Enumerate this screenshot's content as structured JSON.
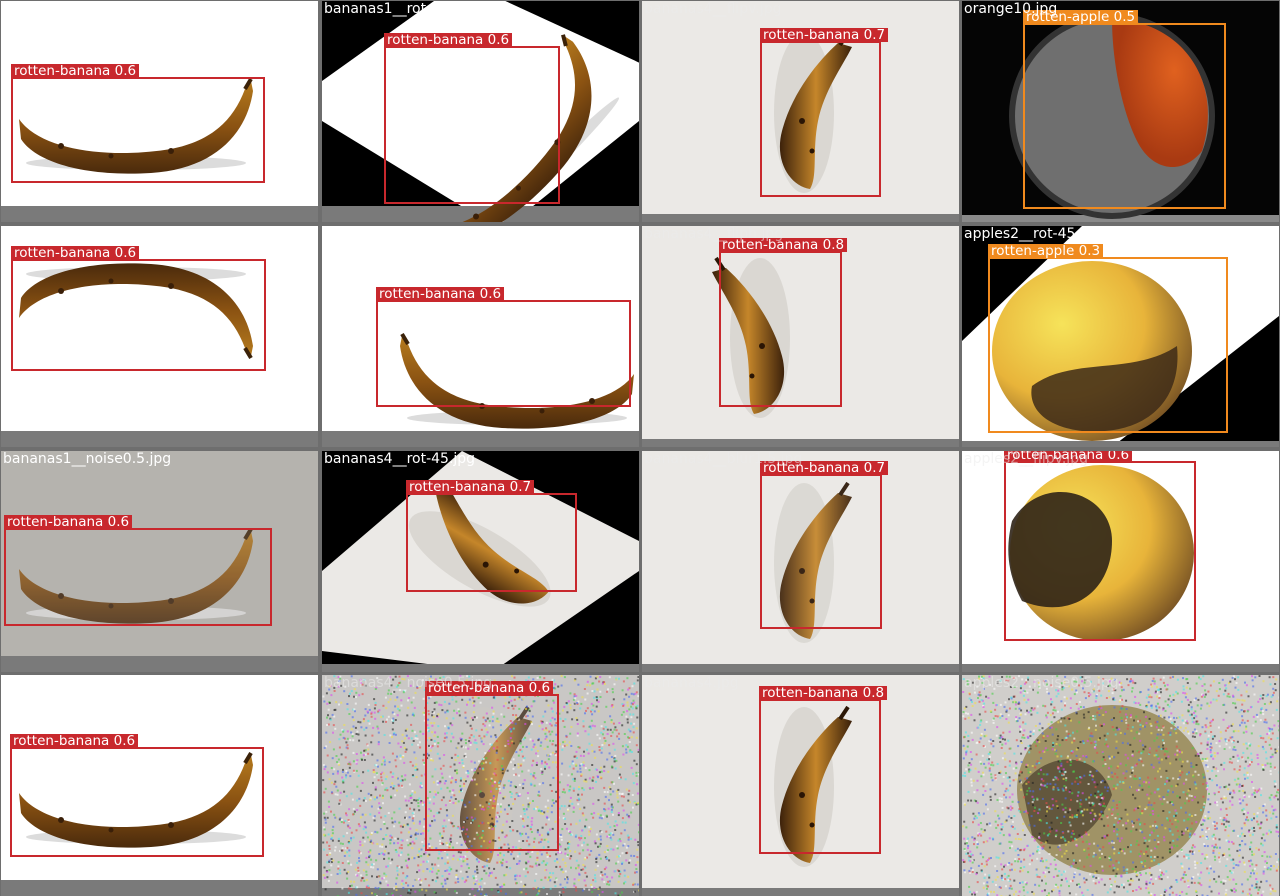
{
  "tiles": [
    {
      "title": "bananas1__blur1.5.jpg",
      "scene": "banana-white-strip",
      "detections": [
        {
          "label": "rotten-banana",
          "score": "0.6",
          "color": "#c8282d"
        }
      ]
    },
    {
      "title": "bananas1__rot-45.jpg",
      "scene": "banana-rotated-black",
      "detections": [
        {
          "label": "rotten-banana",
          "score": "0.6",
          "color": "#c8282d"
        }
      ]
    },
    {
      "title": "bananas4__flipv.jpg",
      "title_faded": true,
      "scene": "banana-vertical-grey",
      "detections": [
        {
          "label": "rotten-banana",
          "score": "0.7",
          "color": "#c8282d"
        }
      ]
    },
    {
      "title": "orange10.jpg",
      "scene": "rotten-orange-black",
      "detections": [
        {
          "label": "rotten-apple",
          "score": "0.5",
          "color": "#f08a1e"
        }
      ]
    },
    {
      "title": "bananas1__flipv.jpg",
      "scene": "banana-white-flipped",
      "detections": [
        {
          "label": "rotten-banana",
          "score": "0.6",
          "color": "#c8282d"
        }
      ]
    },
    {
      "title": "bananas1__fliph.jpg",
      "scene": "banana-white-mirrored",
      "detections": [
        {
          "label": "rotten-banana",
          "score": "0.6",
          "color": "#c8282d"
        }
      ]
    },
    {
      "title": "bananas4__fliph.jpg",
      "title_faded": true,
      "scene": "banana-vertical-grey-mirrored",
      "detections": [
        {
          "label": "rotten-banana",
          "score": "0.8",
          "color": "#c8282d"
        }
      ]
    },
    {
      "title": "apples2__rot-45.jpg",
      "scene": "rotten-apple-rotated",
      "detections": [
        {
          "label": "rotten-apple",
          "score": "0.3",
          "color": "#f08a1e"
        }
      ]
    },
    {
      "title": "bananas1__noise0.5.jpg",
      "scene": "banana-noisy-grey",
      "detections": [
        {
          "label": "rotten-banana",
          "score": "0.6",
          "color": "#c8282d"
        }
      ]
    },
    {
      "title": "bananas4__rot-45.jpg",
      "scene": "banana-rotated-grey",
      "detections": [
        {
          "label": "rotten-banana",
          "score": "0.7",
          "color": "#c8282d"
        }
      ]
    },
    {
      "title": "bananas4__blur1.5.jpg",
      "title_faded": true,
      "scene": "banana-vertical-grey-blurred",
      "detections": [
        {
          "label": "rotten-banana",
          "score": "0.7",
          "color": "#c8282d"
        }
      ]
    },
    {
      "title": "apples2__flipv.jpg",
      "title_faded": true,
      "scene": "rotten-apple-white",
      "detections": [
        {
          "label": "rotten-banana",
          "score": "0.6",
          "color": "#c8282d"
        }
      ]
    },
    {
      "title": "bananas1.jpg",
      "scene": "banana-white-strip",
      "detections": [
        {
          "label": "rotten-banana",
          "score": "0.6",
          "color": "#c8282d"
        }
      ]
    },
    {
      "title": "bananas4__noise0.5.jpg",
      "title_faded": true,
      "scene": "banana-heavy-noise",
      "detections": [
        {
          "label": "rotten-banana",
          "score": "0.6",
          "color": "#c8282d"
        }
      ]
    },
    {
      "title": "bananas4.jpg",
      "title_faded": true,
      "scene": "banana-vertical-grey",
      "detections": [
        {
          "label": "rotten-banana",
          "score": "0.8",
          "color": "#c8282d"
        }
      ]
    },
    {
      "title": "apples2__noise0.5.jpg",
      "title_faded": true,
      "scene": "rotten-apple-heavy-noise",
      "detections": []
    }
  ]
}
